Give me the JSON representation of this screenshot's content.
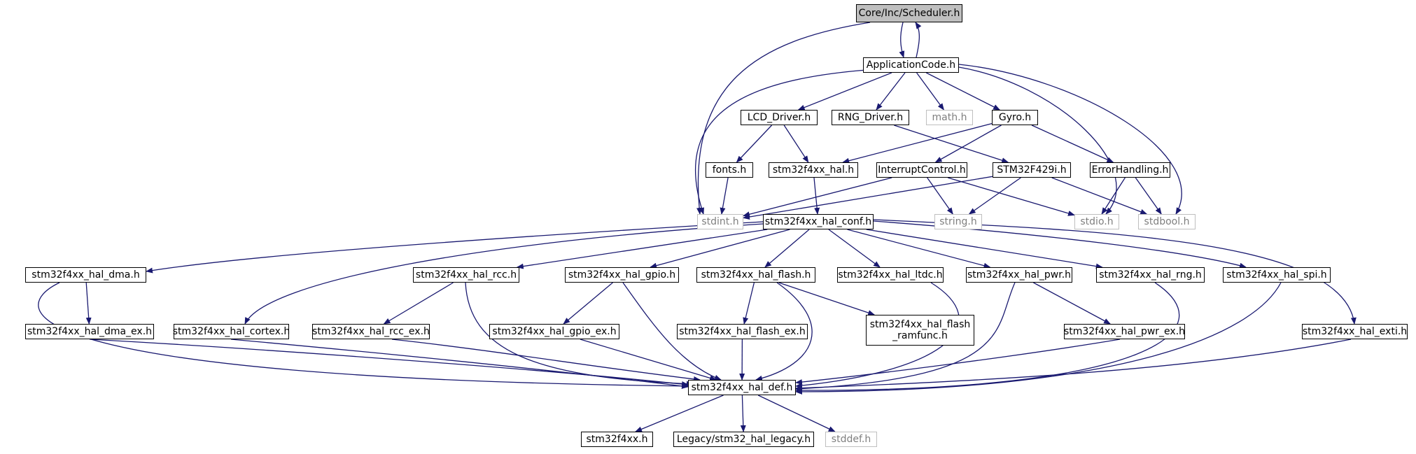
{
  "edge_color": "#191970",
  "nodes": [
    {
      "id": "scheduler",
      "label": "Core/Inc/Scheduler.h",
      "kind": "root"
    },
    {
      "id": "appcode",
      "label": "ApplicationCode.h",
      "kind": "file"
    },
    {
      "id": "lcd",
      "label": "LCD_Driver.h",
      "kind": "file"
    },
    {
      "id": "rng",
      "label": "RNG_Driver.h",
      "kind": "file"
    },
    {
      "id": "math",
      "label": "math.h",
      "kind": "external"
    },
    {
      "id": "gyro",
      "label": "Gyro.h",
      "kind": "file"
    },
    {
      "id": "fonts",
      "label": "fonts.h",
      "kind": "file"
    },
    {
      "id": "hal",
      "label": "stm32f4xx_hal.h",
      "kind": "file"
    },
    {
      "id": "irq",
      "label": "InterruptControl.h",
      "kind": "file"
    },
    {
      "id": "stm429",
      "label": "STM32F429i.h",
      "kind": "file"
    },
    {
      "id": "err",
      "label": "ErrorHandling.h",
      "kind": "file"
    },
    {
      "id": "stdint",
      "label": "stdint.h",
      "kind": "external"
    },
    {
      "id": "conf",
      "label": "stm32f4xx_hal_conf.h",
      "kind": "file"
    },
    {
      "id": "string",
      "label": "string.h",
      "kind": "external"
    },
    {
      "id": "stdio",
      "label": "stdio.h",
      "kind": "external"
    },
    {
      "id": "stdbool",
      "label": "stdbool.h",
      "kind": "external"
    },
    {
      "id": "dma",
      "label": "stm32f4xx_hal_dma.h",
      "kind": "file"
    },
    {
      "id": "rcc",
      "label": "stm32f4xx_hal_rcc.h",
      "kind": "file"
    },
    {
      "id": "gpio",
      "label": "stm32f4xx_hal_gpio.h",
      "kind": "file"
    },
    {
      "id": "flash",
      "label": "stm32f4xx_hal_flash.h",
      "kind": "file"
    },
    {
      "id": "ltdc",
      "label": "stm32f4xx_hal_ltdc.h",
      "kind": "file"
    },
    {
      "id": "pwr",
      "label": "stm32f4xx_hal_pwr.h",
      "kind": "file"
    },
    {
      "id": "rnghal",
      "label": "stm32f4xx_hal_rng.h",
      "kind": "file"
    },
    {
      "id": "spi",
      "label": "stm32f4xx_hal_spi.h",
      "kind": "file"
    },
    {
      "id": "dmaex",
      "label": "stm32f4xx_hal_dma_ex.h",
      "kind": "file"
    },
    {
      "id": "cortex",
      "label": "stm32f4xx_hal_cortex.h",
      "kind": "file"
    },
    {
      "id": "rccex",
      "label": "stm32f4xx_hal_rcc_ex.h",
      "kind": "file"
    },
    {
      "id": "gpioex",
      "label": "stm32f4xx_hal_gpio_ex.h",
      "kind": "file"
    },
    {
      "id": "flashex",
      "label": "stm32f4xx_hal_flash_ex.h",
      "kind": "file"
    },
    {
      "id": "ramfunc",
      "label": "stm32f4xx_hal_flash\n_ramfunc.h",
      "kind": "file"
    },
    {
      "id": "pwrex",
      "label": "stm32f4xx_hal_pwr_ex.h",
      "kind": "file"
    },
    {
      "id": "exti",
      "label": "stm32f4xx_hal_exti.h",
      "kind": "file"
    },
    {
      "id": "def",
      "label": "stm32f4xx_hal_def.h",
      "kind": "file"
    },
    {
      "id": "stm32f4xx",
      "label": "stm32f4xx.h",
      "kind": "file"
    },
    {
      "id": "legacy",
      "label": "Legacy/stm32_hal_legacy.h",
      "kind": "file"
    },
    {
      "id": "stddef",
      "label": "stddef.h",
      "kind": "external"
    }
  ],
  "edges": [
    [
      "scheduler",
      "appcode"
    ],
    [
      "scheduler",
      "stdint"
    ],
    [
      "appcode",
      "scheduler"
    ],
    [
      "appcode",
      "lcd"
    ],
    [
      "appcode",
      "rng"
    ],
    [
      "appcode",
      "math"
    ],
    [
      "appcode",
      "gyro"
    ],
    [
      "appcode",
      "stdint"
    ],
    [
      "appcode",
      "stdio"
    ],
    [
      "appcode",
      "stdbool"
    ],
    [
      "lcd",
      "fonts"
    ],
    [
      "lcd",
      "hal"
    ],
    [
      "fonts",
      "stdint"
    ],
    [
      "rng",
      "stm429"
    ],
    [
      "gyro",
      "hal"
    ],
    [
      "gyro",
      "irq"
    ],
    [
      "gyro",
      "err"
    ],
    [
      "hal",
      "conf"
    ],
    [
      "irq",
      "stdint"
    ],
    [
      "irq",
      "string"
    ],
    [
      "irq",
      "stdio"
    ],
    [
      "stm429",
      "stdint"
    ],
    [
      "stm429",
      "string"
    ],
    [
      "stm429",
      "stdbool"
    ],
    [
      "err",
      "stdio"
    ],
    [
      "err",
      "stdbool"
    ],
    [
      "conf",
      "dma"
    ],
    [
      "conf",
      "cortex"
    ],
    [
      "conf",
      "rcc"
    ],
    [
      "conf",
      "gpio"
    ],
    [
      "conf",
      "flash"
    ],
    [
      "conf",
      "ltdc"
    ],
    [
      "conf",
      "pwr"
    ],
    [
      "conf",
      "rnghal"
    ],
    [
      "conf",
      "spi"
    ],
    [
      "conf",
      "exti"
    ],
    [
      "dma",
      "dmaex"
    ],
    [
      "dma",
      "def"
    ],
    [
      "dmaex",
      "def"
    ],
    [
      "cortex",
      "def"
    ],
    [
      "rcc",
      "rccex"
    ],
    [
      "rcc",
      "def"
    ],
    [
      "rccex",
      "def"
    ],
    [
      "gpio",
      "gpioex"
    ],
    [
      "gpio",
      "def"
    ],
    [
      "gpioex",
      "def"
    ],
    [
      "flash",
      "flashex"
    ],
    [
      "flash",
      "ramfunc"
    ],
    [
      "flash",
      "def"
    ],
    [
      "flashex",
      "def"
    ],
    [
      "ltdc",
      "def"
    ],
    [
      "pwr",
      "pwrex"
    ],
    [
      "pwr",
      "def"
    ],
    [
      "pwrex",
      "def"
    ],
    [
      "rnghal",
      "def"
    ],
    [
      "spi",
      "def"
    ],
    [
      "exti",
      "def"
    ],
    [
      "def",
      "stm32f4xx"
    ],
    [
      "def",
      "legacy"
    ],
    [
      "def",
      "stddef"
    ]
  ]
}
